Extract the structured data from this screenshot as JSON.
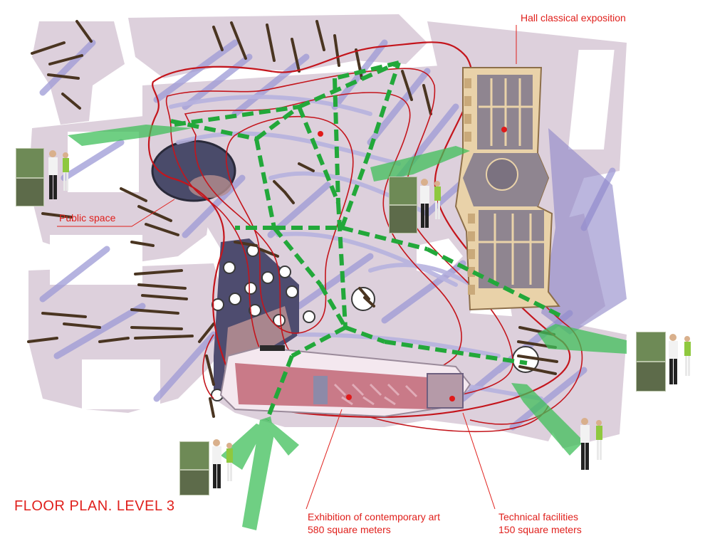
{
  "title": "FLOOR PLAN. LEVEL 3",
  "labels": {
    "hall": "Hall classical exposition",
    "public_space": "Public space",
    "exhibition": {
      "line1": "Exhibition of contemporary art",
      "line2": "580 square meters"
    },
    "technical": {
      "line1": "Technical facilities",
      "line2": "150 square meters"
    }
  },
  "colors": {
    "label_red": "#e0201c",
    "path_green": "#22a83a",
    "site_pink": "#ddd0dc",
    "shadow_blue": "#9d9ad6",
    "building_beige": "#e9d2a9"
  }
}
